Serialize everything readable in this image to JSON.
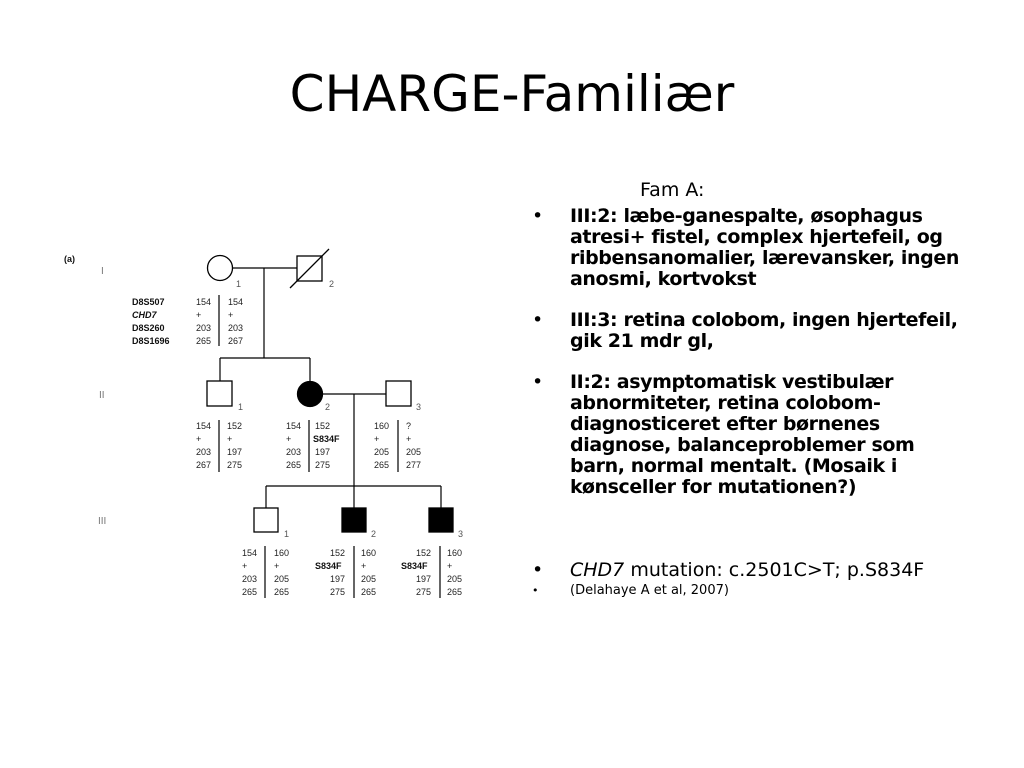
{
  "slide": {
    "title": "CHARGE-Familiær"
  },
  "pedigree": {
    "panel_label": "(a)",
    "generations": [
      "I",
      "II",
      "III"
    ],
    "markers": [
      "D8S507",
      "CHD7",
      "D8S260",
      "D8S1696"
    ],
    "individuals": {
      "I1": {
        "label": "1",
        "sex": "female",
        "affected": false,
        "deceased": false
      },
      "I2": {
        "label": "2",
        "sex": "male",
        "affected": false,
        "deceased": true
      },
      "II1": {
        "label": "1",
        "sex": "male",
        "affected": false,
        "deceased": false
      },
      "II2": {
        "label": "2",
        "sex": "female",
        "affected": true,
        "deceased": false
      },
      "II3": {
        "label": "3",
        "sex": "male",
        "affected": false,
        "deceased": false
      },
      "III1": {
        "label": "1",
        "sex": "male",
        "affected": false,
        "deceased": false
      },
      "III2": {
        "label": "2",
        "sex": "male",
        "affected": true,
        "deceased": false
      },
      "III3": {
        "label": "3",
        "sex": "male",
        "affected": true,
        "deceased": false
      }
    },
    "haplotypes": {
      "I1": [
        [
          "154",
          "+",
          "203",
          "265"
        ],
        [
          "154",
          "+",
          "203",
          "267"
        ]
      ],
      "II1": [
        [
          "154",
          "+",
          "203",
          "267"
        ],
        [
          "152",
          "+",
          "197",
          "275"
        ]
      ],
      "II2": [
        [
          "154",
          "+",
          "203",
          "265"
        ],
        [
          "152",
          "S834F",
          "197",
          "275"
        ]
      ],
      "II3": [
        [
          "160",
          "+",
          "205",
          "265"
        ],
        [
          "?",
          "+",
          "205",
          "277"
        ]
      ],
      "III1": [
        [
          "154",
          "+",
          "203",
          "265"
        ],
        [
          "160",
          "+",
          "205",
          "265"
        ]
      ],
      "III2": [
        [
          "152",
          "S834F",
          "197",
          "275"
        ],
        [
          "160",
          "+",
          "205",
          "265"
        ]
      ],
      "III3": [
        [
          "152",
          "S834F",
          "197",
          "275"
        ],
        [
          "160",
          "+",
          "205",
          "265"
        ]
      ]
    }
  },
  "text": {
    "fam_label": "Fam A:",
    "bullets": [
      "III:2: læbe-ganespalte, øsophagus atresi+ fistel, complex hjertefeil, og ribbensanomalier, lærevansker, ingen anosmi, kortvokst",
      "III:3: retina colobom, ingen hjertefeil, gik 21 mdr gl,",
      "II:2: asymptomatisk vestibulær abnormiteter, retina colobom- diagnosticeret efter børnenes diagnose, balanceproblemer som barn, normal mentalt. (Mosaik i kønsceller for mutationen?)"
    ],
    "mutation": {
      "gene": "CHD7",
      "rest": " mutation: c.2501C>T; p.S834F"
    },
    "citation": "(Delahaye A et al, 2007)"
  },
  "colors": {
    "affected_fill": "#000000",
    "unaffected_fill": "#ffffff",
    "line": "#000000"
  }
}
